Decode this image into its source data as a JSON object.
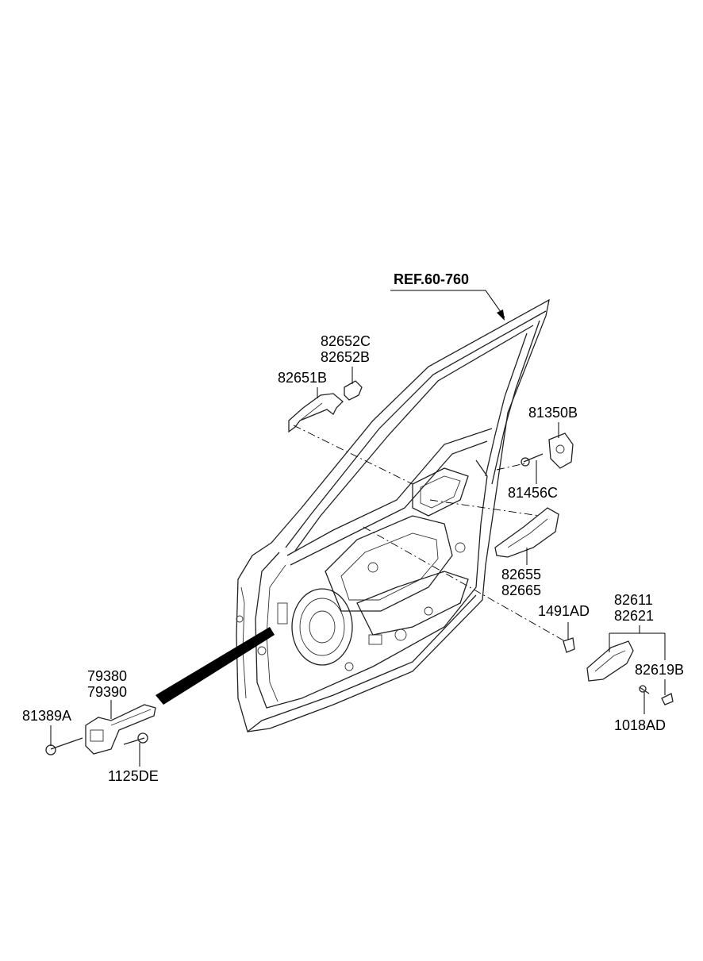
{
  "reference_label": "REF.60-760",
  "parts": [
    {
      "id": "p1",
      "lines": [
        "82652C",
        "82652B"
      ]
    },
    {
      "id": "p2",
      "lines": [
        "82651B"
      ]
    },
    {
      "id": "p3",
      "lines": [
        "81350B"
      ]
    },
    {
      "id": "p4",
      "lines": [
        "81456C"
      ]
    },
    {
      "id": "p5",
      "lines": [
        "82655",
        "82665"
      ]
    },
    {
      "id": "p6",
      "lines": [
        "82611",
        "82621"
      ]
    },
    {
      "id": "p7",
      "lines": [
        "1491AD"
      ]
    },
    {
      "id": "p8",
      "lines": [
        "82619B"
      ]
    },
    {
      "id": "p9",
      "lines": [
        "1018AD"
      ]
    },
    {
      "id": "p10",
      "lines": [
        "79380",
        "79390"
      ]
    },
    {
      "id": "p11",
      "lines": [
        "81389A"
      ]
    },
    {
      "id": "p12",
      "lines": [
        "1125DE"
      ]
    }
  ]
}
